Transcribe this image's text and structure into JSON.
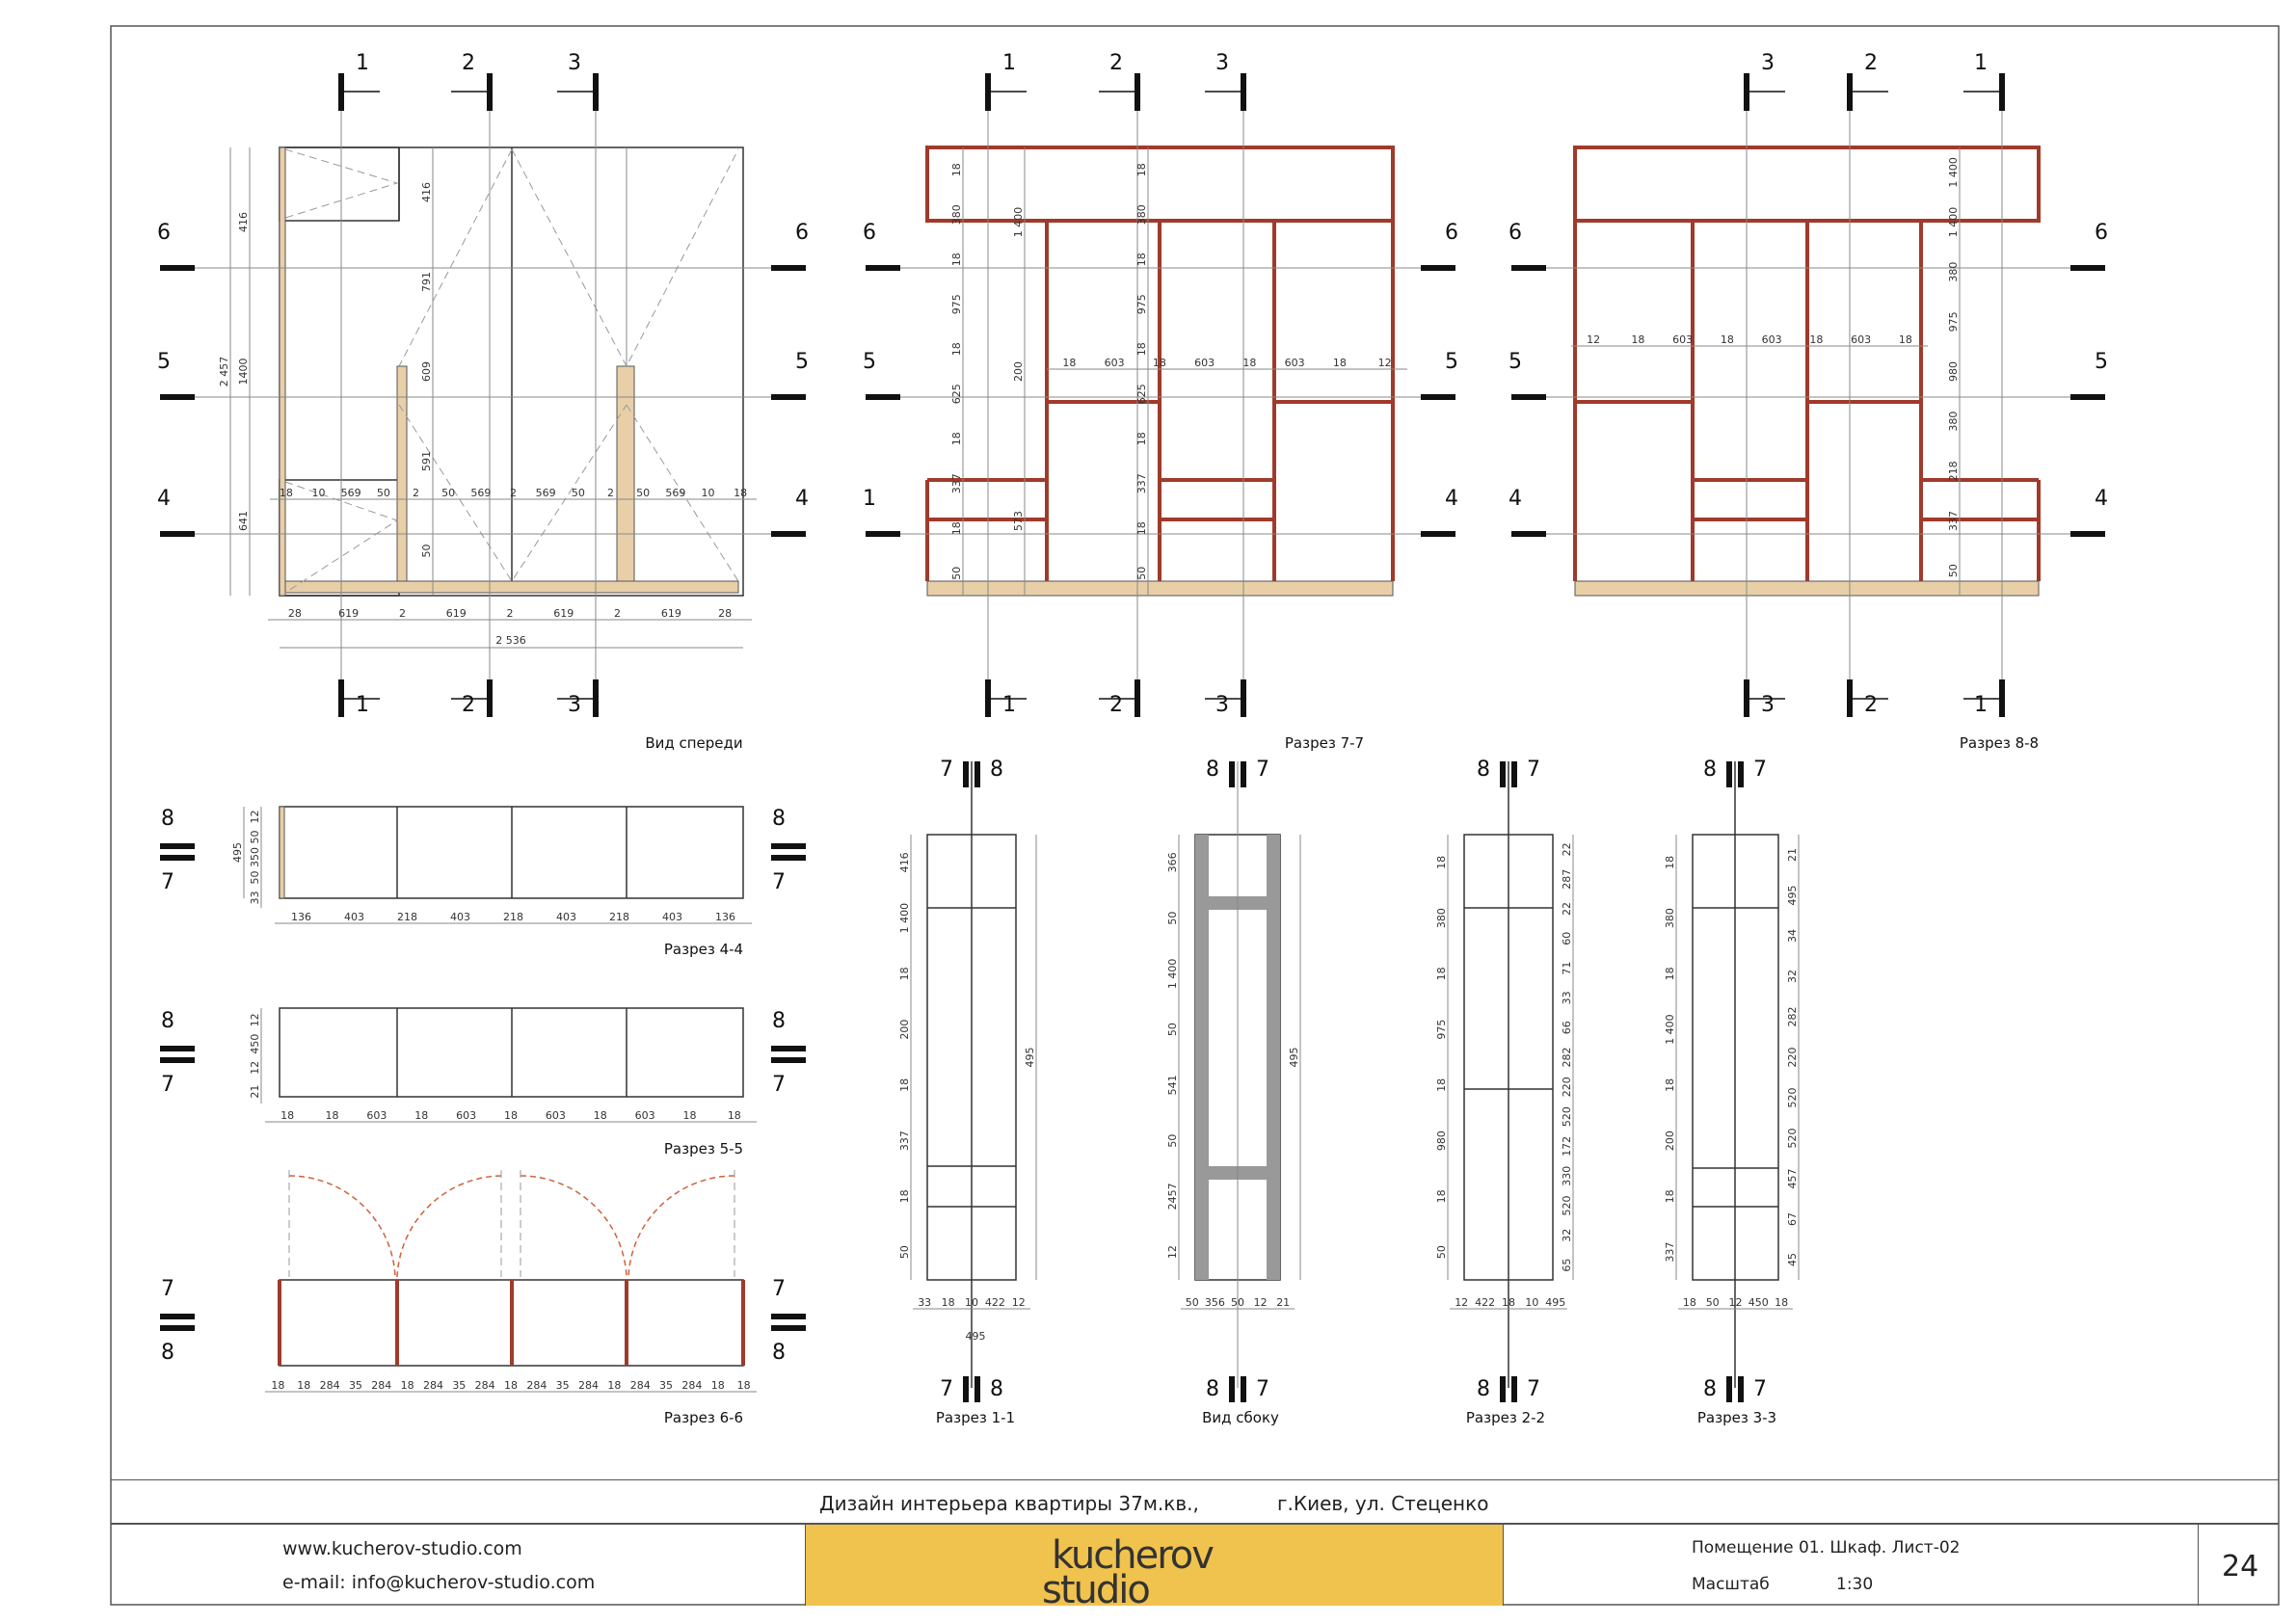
{
  "views": {
    "front": "Вид спереди",
    "s77": "Разрез 7-7",
    "s88": "Разрез 8-8",
    "s44": "Разрез 4-4",
    "s55": "Разрез 5-5",
    "s66": "Разрез 6-6",
    "s11": "Разрез 1-1",
    "side": "Вид сбоку",
    "s22": "Разрез 2-2",
    "s33": "Разрез 3-3"
  },
  "front_dims": {
    "widths": [
      "28",
      "619",
      "2",
      "619",
      "2",
      "619",
      "2",
      "619",
      "28"
    ],
    "total_width": "2 536",
    "heights": [
      "416",
      "1400",
      "641"
    ],
    "total_height": "2 457",
    "inner_heights": [
      "416",
      "791",
      "609",
      "591",
      "50"
    ],
    "row": [
      "18",
      "10",
      "569",
      "50",
      "2",
      "50",
      "569",
      "2",
      "569",
      "50",
      "2",
      "50",
      "569",
      "10",
      "18"
    ]
  },
  "s77_dims": [
    "18",
    "380",
    "18",
    "975",
    "18",
    "625",
    "18",
    "337",
    "18",
    "50",
    "1 400",
    "18",
    "603",
    "18",
    "603",
    "18",
    "603",
    "18",
    "12",
    "200",
    "573"
  ],
  "s88_dims": [
    "12",
    "18",
    "603",
    "18",
    "603",
    "18",
    "603",
    "18",
    "1 400",
    "1 400",
    "380",
    "975",
    "980",
    "380",
    "218",
    "337",
    "50"
  ],
  "s44_dims": [
    "136",
    "403",
    "218",
    "403",
    "218",
    "403",
    "218",
    "403",
    "136"
  ],
  "s44_vert": [
    "12",
    "50",
    "350",
    "50",
    "33",
    "495"
  ],
  "s55_dims": [
    "18",
    "18",
    "603",
    "18",
    "603",
    "18",
    "603",
    "18",
    "603",
    "18",
    "18"
  ],
  "s55_vert": [
    "12",
    "450",
    "12",
    "21"
  ],
  "s66_dims": [
    "18",
    "18",
    "284",
    "35",
    "284",
    "18",
    "284",
    "35",
    "284",
    "18",
    "284",
    "35",
    "284",
    "18",
    "284",
    "35",
    "284",
    "18",
    "18"
  ],
  "side_dims": {
    "s11": [
      "416",
      "1 400",
      "18",
      "200",
      "18",
      "337",
      "18",
      "50",
      "33",
      "18",
      "10",
      "422",
      "12",
      "495"
    ],
    "side": [
      "366",
      "50",
      "1 400",
      "50",
      "541",
      "50",
      "2457",
      "12",
      "50",
      "356",
      "50",
      "12",
      "21",
      "495"
    ],
    "s22": [
      "18",
      "380",
      "18",
      "975",
      "18",
      "980",
      "18",
      "50",
      "12",
      "422",
      "18",
      "10",
      "495",
      "22",
      "287",
      "22",
      "60",
      "71",
      "33",
      "66",
      "282",
      "220",
      "520",
      "172",
      "330",
      "520",
      "32",
      "65"
    ],
    "s33": [
      "18",
      "380",
      "18",
      "1 400",
      "18",
      "200",
      "18",
      "337",
      "18",
      "50",
      "12",
      "450",
      "18",
      "21",
      "495",
      "34",
      "32",
      "282",
      "220",
      "520",
      "520",
      "457",
      "67",
      "45"
    ]
  },
  "section_marks": {
    "vertical_front": [
      "1",
      "2",
      "3"
    ],
    "vertical_s77": [
      "1",
      "2",
      "3"
    ],
    "vertical_s88": [
      "3",
      "2",
      "1"
    ],
    "horizontal_front": [
      "6",
      "5",
      "4"
    ],
    "horizontal_s77_left": [
      "6",
      "5",
      "1"
    ],
    "horizontal_s77_right": [
      "6",
      "5",
      "4"
    ],
    "horizontal_s88": [
      "6",
      "5",
      "4"
    ],
    "plan_top": "8",
    "plan_bottom": "7",
    "plan66_top": "7",
    "plan66_bottom": "8",
    "side_left": "7",
    "side_right": "8",
    "side_left_alt": "8",
    "side_right_alt": "7"
  },
  "title_block": {
    "project": "Дизайн интерьера квартиры 37м.кв.,",
    "address": "г.Киев, ул. Стеценко",
    "website": "www.kucherov-studio.com",
    "email": "e-mail: info@kucherov-studio.com",
    "logo": "kucherov studio",
    "sheet": "Помещение 01. Шкаф. Лист-02",
    "scale_label": "Масштаб",
    "scale_value": "1:30",
    "page_number": "24"
  },
  "colors": {
    "logo_bg": "#f0c24e",
    "panel_edge": "#a03a2a",
    "wood": "#e8cfa8",
    "hinge": "#4a5bb0",
    "door_swing": "#d0603a"
  }
}
